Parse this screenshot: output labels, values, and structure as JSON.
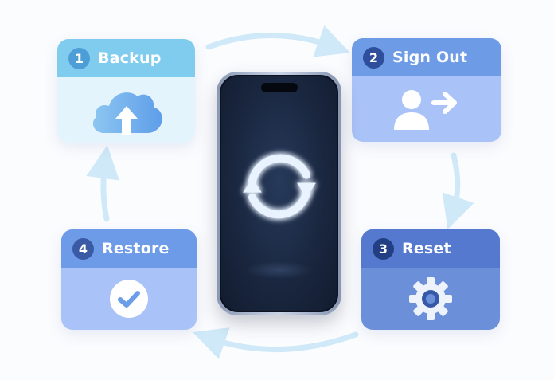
{
  "diagram": {
    "type": "cycle",
    "center": {
      "label": "phone",
      "screen_icon": "sync-icon"
    },
    "steps": [
      {
        "number": "1",
        "title": "Backup",
        "icon": "cloud-upload-icon",
        "header_color": "#80ccef",
        "body_color": "#e4f4fd"
      },
      {
        "number": "2",
        "title": "Sign Out",
        "icon": "user-sign-out-icon",
        "header_color": "#6d9be6",
        "body_color": "#a9c2f7"
      },
      {
        "number": "3",
        "title": "Reset",
        "icon": "gear-icon",
        "header_color": "#5579cf",
        "body_color": "#6c8fda"
      },
      {
        "number": "4",
        "title": "Restore",
        "icon": "check-circle-icon",
        "header_color": "#6e9be8",
        "body_color": "#a9c2f7"
      }
    ],
    "arrows": [
      {
        "from": "1",
        "to": "2",
        "direction": "clockwise"
      },
      {
        "from": "2",
        "to": "3",
        "direction": "clockwise"
      },
      {
        "from": "3",
        "to": "4",
        "direction": "clockwise"
      },
      {
        "from": "4",
        "to": "1",
        "direction": "clockwise"
      }
    ],
    "arrow_color": "#cfe9f8"
  }
}
